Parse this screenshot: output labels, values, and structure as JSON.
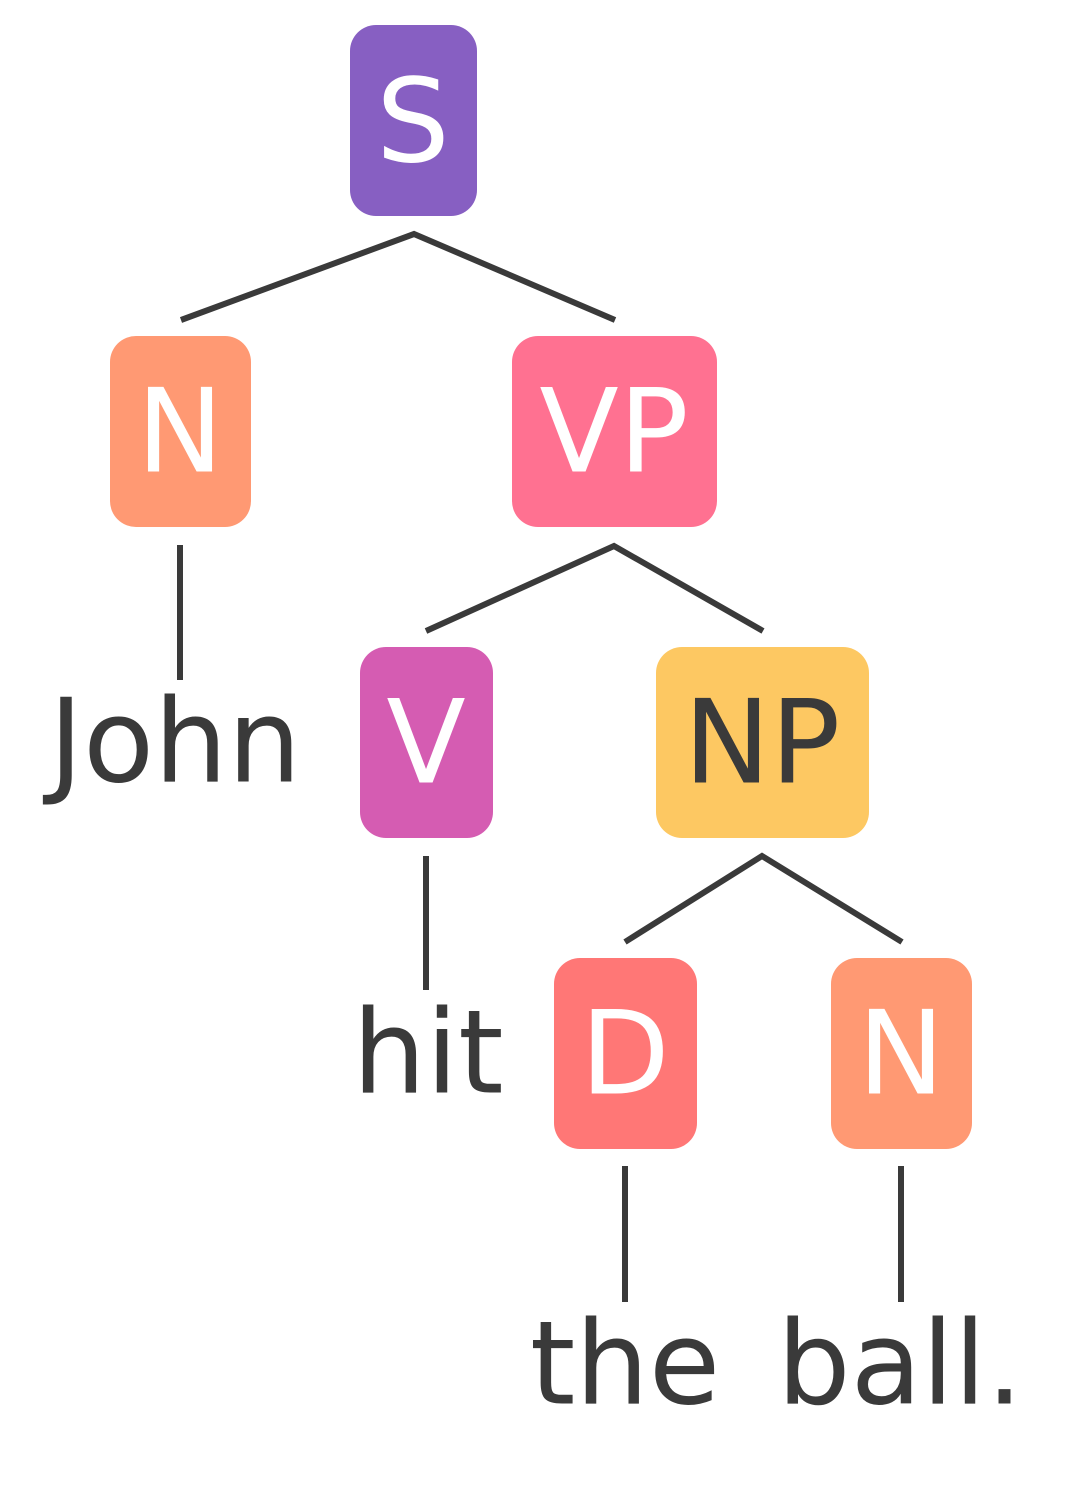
{
  "tree": {
    "nodes": {
      "s": {
        "label": "S",
        "fill": "#875fc2",
        "text_color": "#ffffff"
      },
      "n_subject": {
        "label": "N",
        "fill": "#ff9973",
        "text_color": "#ffffff"
      },
      "vp": {
        "label": "VP",
        "fill": "#ff7191",
        "text_color": "#ffffff"
      },
      "v": {
        "label": "V",
        "fill": "#d55cb2",
        "text_color": "#ffffff"
      },
      "np": {
        "label": "NP",
        "fill": "#fdc862",
        "text_color": "#3a3a3a"
      },
      "d": {
        "label": "D",
        "fill": "#ff7776",
        "text_color": "#ffffff"
      },
      "n_object": {
        "label": "N",
        "fill": "#ff9973",
        "text_color": "#ffffff"
      }
    },
    "words": {
      "john": "John",
      "hit": "hit",
      "the": "the",
      "ball": "ball."
    },
    "edge_color": "#3a3a3a",
    "structure": "S(N(John), VP(V(hit), NP(D(the), N(ball.))))"
  }
}
